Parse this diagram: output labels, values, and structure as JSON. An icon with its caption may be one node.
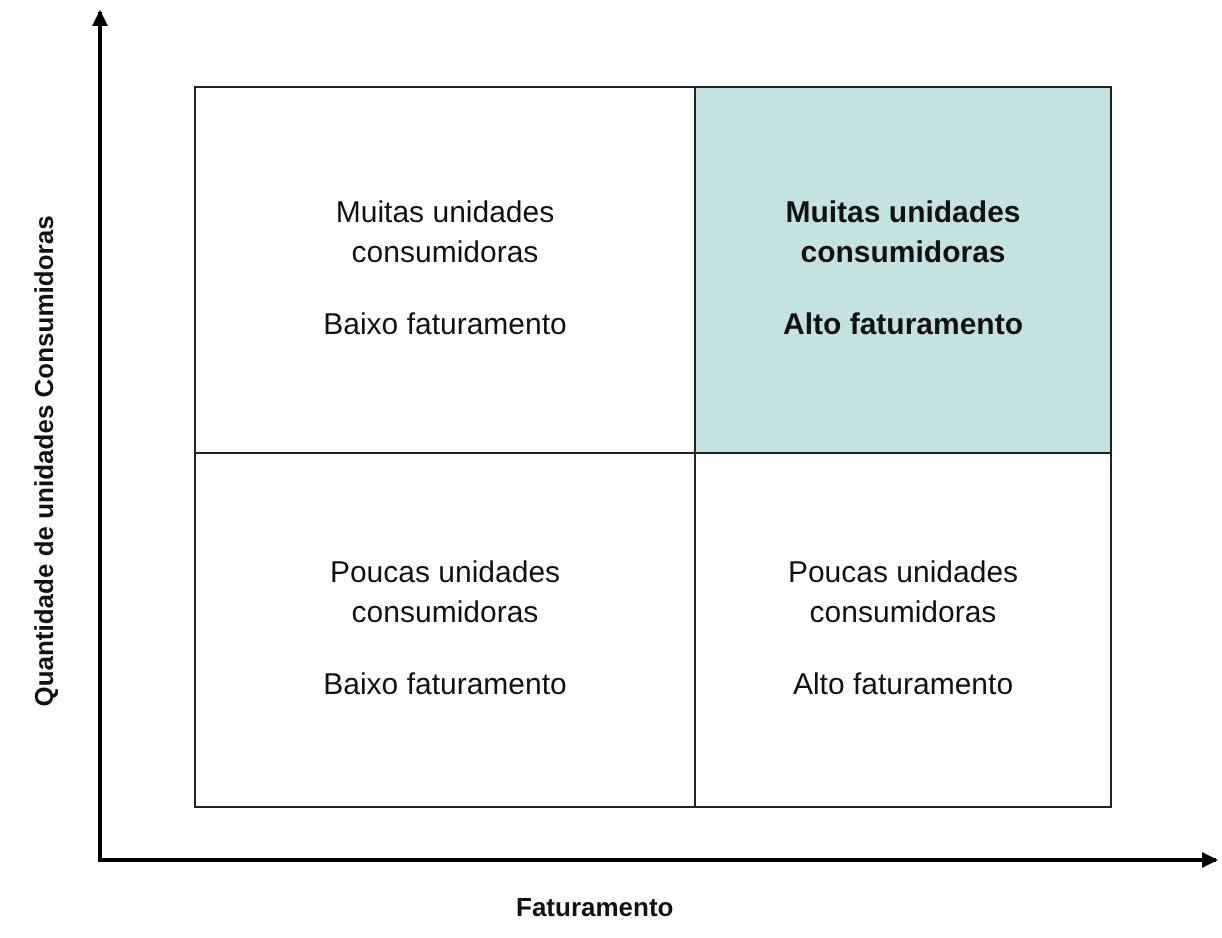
{
  "diagram": {
    "nodes": [
      {
        "text": [
          "Muitas unidades consumidoras",
          "Baixo faturamento"
        ]
      },
      {
        "text": [
          "Muitas unidades consumidoras",
          "Alto faturamento"
        ]
      },
      {
        "text": [
          "Poucas unidades consumidoras",
          "Baixo faturamento"
        ]
      },
      {
        "text": [
          "Poucas unidades consumidoras",
          "Alto faturamento"
        ]
      }
    ],
    "labels": [
      "Quantidade de unidades Consumidoras",
      "Faturamento"
    ]
  }
}
